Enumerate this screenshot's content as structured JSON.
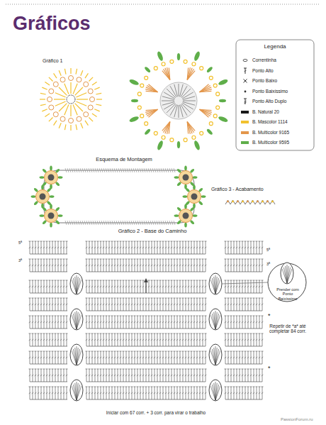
{
  "diagram": {
    "title": "Gráficos",
    "labels": [
      "Gráfico 1",
      "Esquema de Montagem",
      "Gráfico 3 - Acabamento",
      "Gráfico 2 - Base do Caminho",
      "5ª",
      "3ª",
      "5ª",
      "3ª",
      "Prender com Ponto Baixíssimo",
      "Repetir de *a* até completar 84 corr.",
      "*",
      "*",
      "Iniciar com 67 corr. + 3 corr. para virar o trabalho",
      "Legenda",
      "PassionForum.ru"
    ],
    "legend": [
      {
        "text": "Correntinha"
      },
      {
        "text": "Ponto Alto"
      },
      {
        "text": "Ponto Baixo"
      },
      {
        "text": "Ponto Baixíssimo"
      },
      {
        "text": "Ponto Alto Duplo"
      },
      {
        "text": "B. Natural 20",
        "color": "#1a1a1a"
      },
      {
        "text": "B. Mascolor 1114",
        "color": "#f2c12e"
      },
      {
        "text": "B. Multicolor 9165",
        "color": "#e3964a"
      },
      {
        "text": "B. Multicolor 9595",
        "color": "#5fae4a"
      }
    ]
  }
}
